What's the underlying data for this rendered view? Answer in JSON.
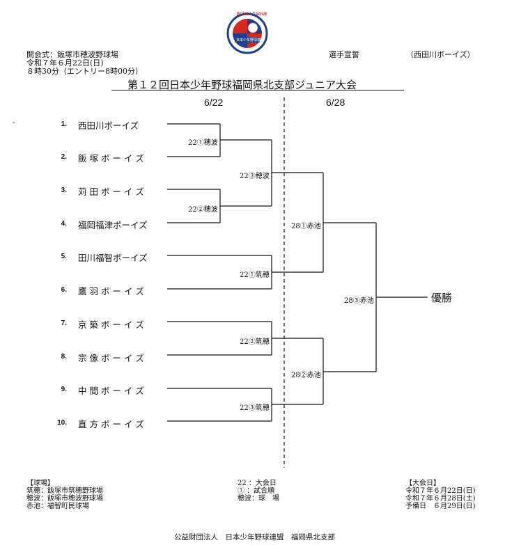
{
  "logo": {
    "arc_text": "BOYS LEAGUE",
    "band_text": "日本少年野球連盟"
  },
  "opening": {
    "line1": "開会式：飯塚市穂波野球場",
    "line2": "令和７年６月22日(日)",
    "line3": "８時30分（エントリー8時00分）"
  },
  "oath": {
    "label": "選手宣誓",
    "team": "（西田川ボーイズ）"
  },
  "title": "第１２回日本少年野球福岡県北支部ジュニア大会",
  "dates": {
    "day1": "6/22",
    "day2": "6/28"
  },
  "teams": [
    {
      "num": "1.",
      "name": "西田川ボーイズ"
    },
    {
      "num": "2.",
      "name": "飯 塚 ボ ー イ ズ"
    },
    {
      "num": "3.",
      "name": "苅 田 ボ ー イ ズ"
    },
    {
      "num": "4.",
      "name": "福岡福津ボーイズ"
    },
    {
      "num": "5.",
      "name": "田川福智ボーイズ"
    },
    {
      "num": "6.",
      "name": "鷹 羽 ボ ー イ ズ"
    },
    {
      "num": "7.",
      "name": "京 築 ボ ー イ ズ"
    },
    {
      "num": "8.",
      "name": "宗 像 ボ ー イ ズ"
    },
    {
      "num": "9.",
      "name": "中 間 ボ ー イ ズ"
    },
    {
      "num": "10.",
      "name": "直 方 ボ ー イ ズ"
    }
  ],
  "matches": {
    "r1a": "22①穂波",
    "r1b": "22②穂波",
    "r1c": "22①筑穂",
    "r1d": "22②筑穂",
    "r1e": "22③筑穂",
    "r2a": "22③穂波",
    "r3a": "28①赤池",
    "r3b": "28②赤池",
    "final": "28③赤池"
  },
  "champion": "優勝",
  "venues": {
    "header": "【球場】",
    "items": [
      "筑穂：飯塚市筑穂野球場",
      "穂波：飯塚市穂波野球場",
      "赤池：福智町民球場"
    ]
  },
  "legend": {
    "items": [
      "22 ：大会日",
      "① ：試合順",
      "穂波：球　場"
    ]
  },
  "schedule": {
    "header": "【大会日】",
    "items": [
      "令和７年６月22日(日)",
      "令和７年６月28日(土)",
      "予備日　６月29日(日)"
    ]
  },
  "footer": "公益財団法人　日本少年野球連盟　福岡県北支部"
}
